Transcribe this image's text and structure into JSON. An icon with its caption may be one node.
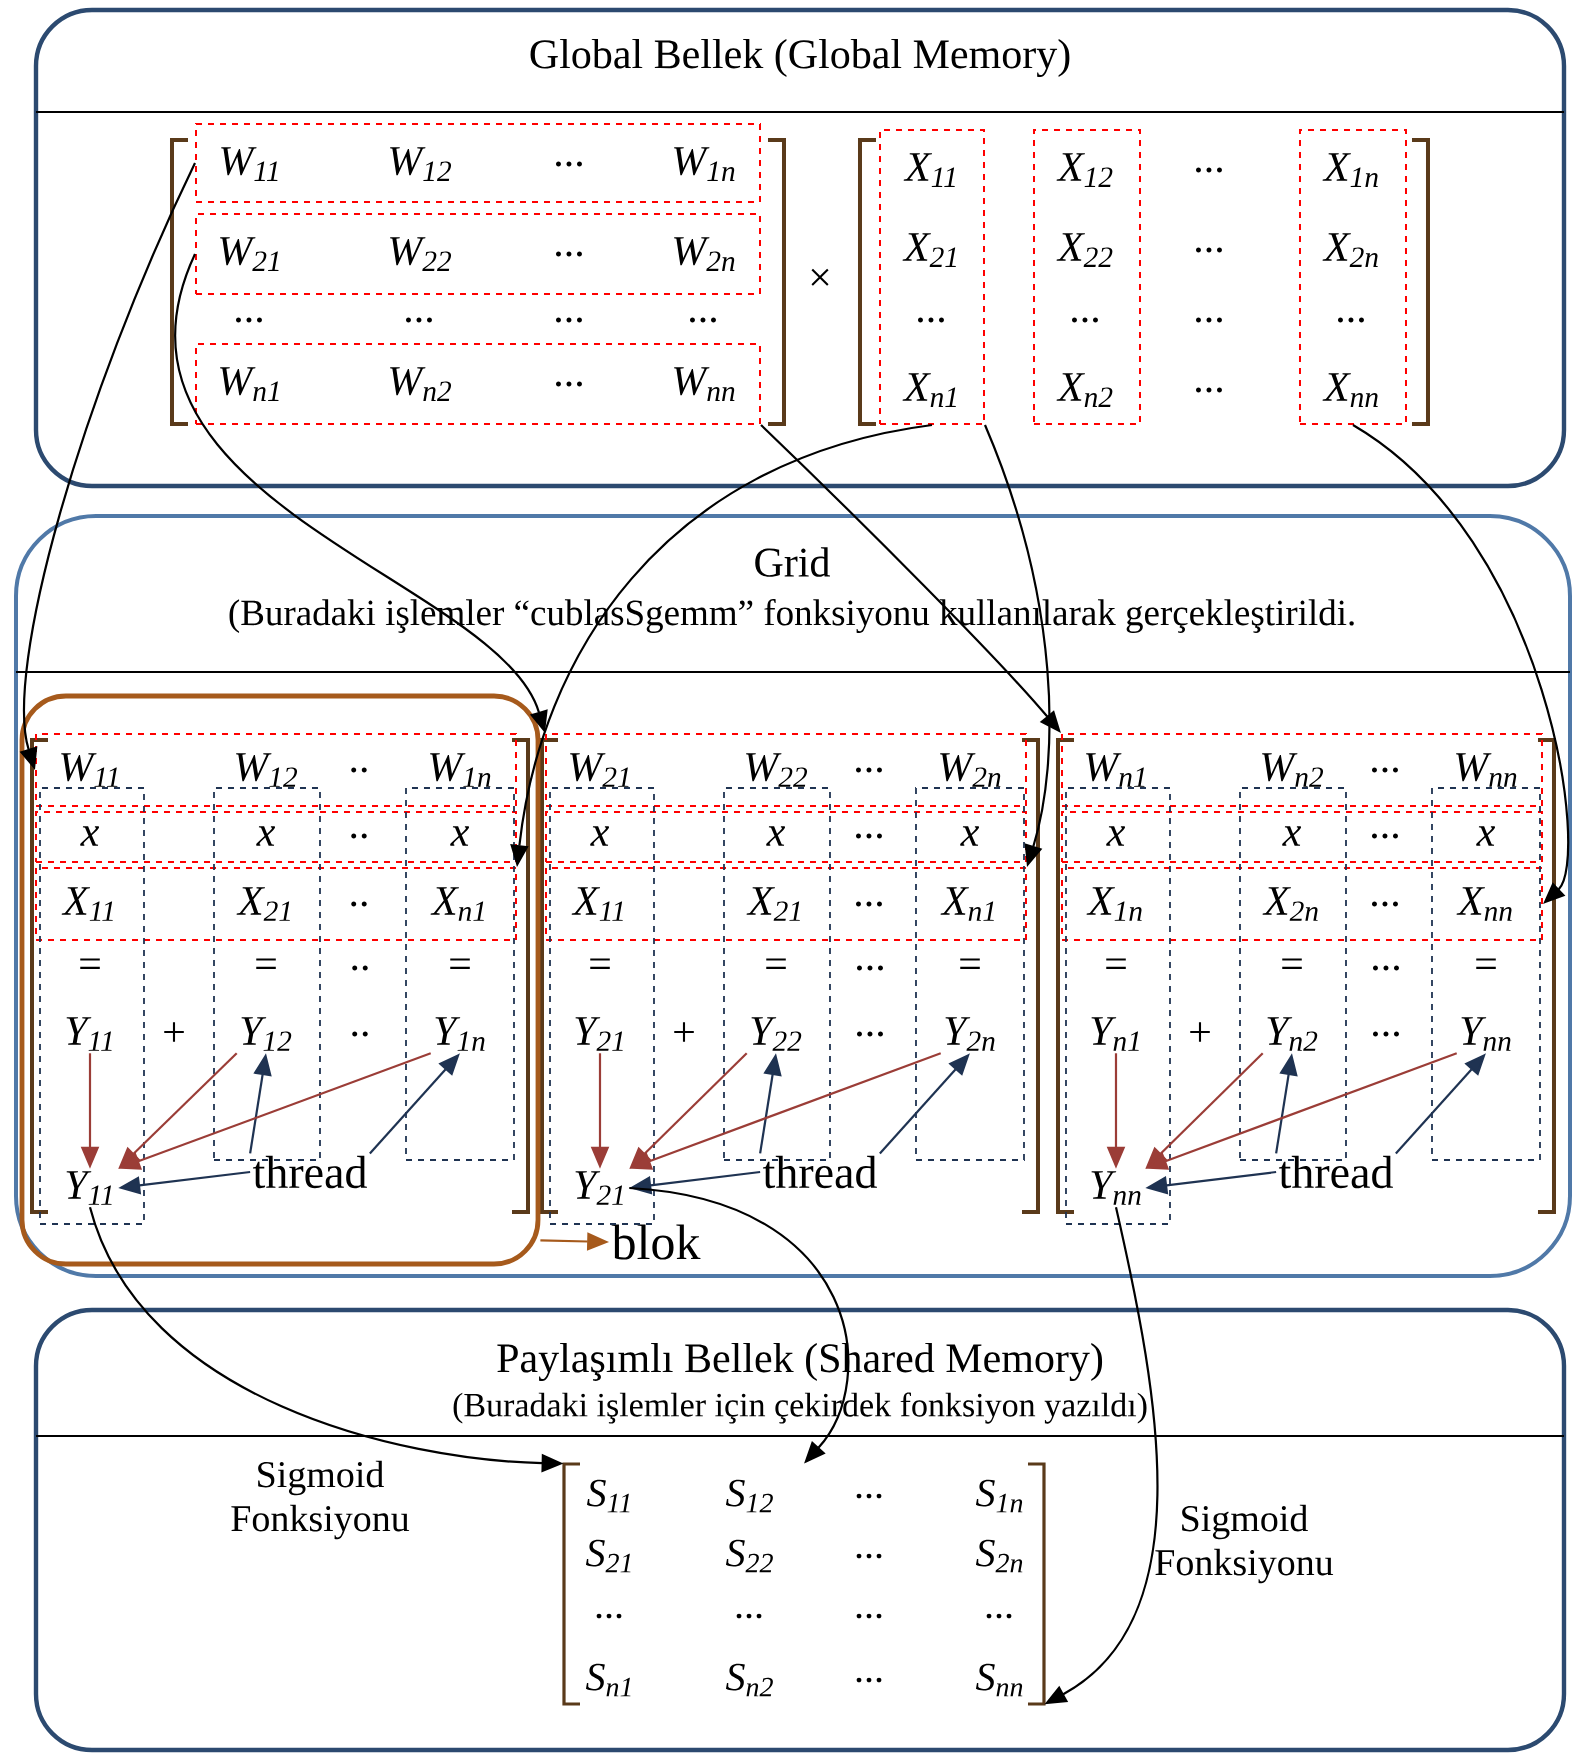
{
  "diagram": {
    "nodes": [
      {
        "text": [
          "Global Bellek (Global Memory)"
        ]
      },
      {
        "text": [
          "W$_{11}$",
          "W$_{12}$",
          "...",
          "W$_{1n}$"
        ],
        "in": 0
      },
      {
        "text": [
          "W$_{21}$",
          "W$_{22}$",
          "...",
          "W$_{2n}$"
        ],
        "in": 0
      },
      {
        "text": [
          "W$_{n1}$",
          "W$_{n2}$",
          "...",
          "W$_{nn}$"
        ],
        "in": 0
      },
      {
        "text": [
          "X$_{11}$",
          "X$_{21}$",
          "...",
          "X$_{n1}$"
        ],
        "in": 0
      },
      {
        "text": [
          "X$_{12}$",
          "X$_{22}$",
          "...",
          "X$_{n2}$"
        ],
        "in": 0
      },
      {
        "text": [
          "X$_{1n}$",
          "X$_{2n}$",
          "...",
          "X$_{nn}$"
        ],
        "in": 0
      },
      {
        "text": [
          "Grid",
          "(Buradaki işlemler “cublasSgemm” fonksiyonu kullanılarak gerçekleştirildi."
        ]
      },
      {
        "text": [],
        "shape": "box",
        "in": 7
      },
      {
        "text": [
          "blok"
        ],
        "in": 7
      },
      {
        "text": [
          "W$_{11}$",
          "W$_{12}$",
          "..",
          "W$_{1n}$"
        ],
        "in": 8
      },
      {
        "text": [
          "x",
          "x",
          "..",
          "x"
        ],
        "in": 8
      },
      {
        "text": [
          "X$_{11}$",
          "X$_{21}$",
          "..",
          "X$_{n1}$"
        ],
        "in": 8
      },
      {
        "text": [],
        "shape": "box",
        "in": 8
      },
      {
        "text": [],
        "shape": "box",
        "in": 8
      },
      {
        "text": [],
        "shape": "box",
        "in": 8
      },
      {
        "text": [
          "Y$_{11}$"
        ],
        "in": 13
      },
      {
        "text": [
          "Y$_{12}$"
        ],
        "in": 14
      },
      {
        "text": [
          "Y$_{1n}$"
        ],
        "in": 15
      },
      {
        "text": [
          "Y$_{11}$"
        ],
        "in": 13
      },
      {
        "text": [
          "thread"
        ],
        "in": 8
      },
      {
        "text": [
          "W$_{21}$",
          "W$_{22}$",
          "...",
          "W$_{2n}$"
        ],
        "in": 7
      },
      {
        "text": [
          "x",
          "x",
          "...",
          "x"
        ],
        "in": 7
      },
      {
        "text": [
          "X$_{11}$",
          "X$_{21}$",
          "...",
          "X$_{n1}$"
        ],
        "in": 7
      },
      {
        "text": [],
        "shape": "box",
        "in": 7
      },
      {
        "text": [],
        "shape": "box",
        "in": 7
      },
      {
        "text": [],
        "shape": "box",
        "in": 7
      },
      {
        "text": [
          "Y$_{21}$"
        ],
        "in": 24
      },
      {
        "text": [
          "Y$_{22}$"
        ],
        "in": 25
      },
      {
        "text": [
          "Y$_{2n}$"
        ],
        "in": 26
      },
      {
        "text": [
          "Y$_{21}$"
        ],
        "in": 24
      },
      {
        "text": [
          "thread"
        ],
        "in": 7
      },
      {
        "text": [
          "W$_{n1}$",
          "W$_{n2}$",
          "...",
          "W$_{nn}$"
        ],
        "in": 7
      },
      {
        "text": [
          "x",
          "x",
          "...",
          "x"
        ],
        "in": 7
      },
      {
        "text": [
          "X$_{1n}$",
          "X$_{2n}$",
          "...",
          "X$_{nn}$"
        ],
        "in": 7
      },
      {
        "text": [],
        "shape": "box",
        "in": 7
      },
      {
        "text": [],
        "shape": "box",
        "in": 7
      },
      {
        "text": [],
        "shape": "box",
        "in": 7
      },
      {
        "text": [
          "Y$_{n1}$"
        ],
        "in": 35
      },
      {
        "text": [
          "Y$_{n2}$"
        ],
        "in": 36
      },
      {
        "text": [
          "Y$_{nn}$"
        ],
        "in": 37
      },
      {
        "text": [
          "Y$_{nn}$"
        ],
        "in": 35
      },
      {
        "text": [
          "thread"
        ],
        "in": 7
      },
      {
        "text": [
          "Paylaşımlı Bellek (Shared Memory)",
          "(Buradaki işlemler için çekirdek fonksiyon yazıldı)"
        ]
      },
      {
        "text": [
          "S$_{11}$",
          "S$_{12}$",
          "...",
          "S$_{1n}$",
          "S$_{21}$",
          "S$_{22}$",
          "...",
          "S$_{2n}$",
          "...",
          "...",
          "...",
          "...",
          "S$_{n1}$",
          "S$_{n2}$",
          "...",
          "S$_{nn}$"
        ],
        "in": 43
      }
    ],
    "edges": [
      {
        "from": 1,
        "to": 10,
        "arrow": "to"
      },
      {
        "from": 2,
        "to": 21,
        "arrow": "to"
      },
      {
        "from": 3,
        "to": 32,
        "arrow": "to"
      },
      {
        "from": 4,
        "to": 12,
        "arrow": "to"
      },
      {
        "from": 4,
        "to": 23,
        "arrow": "to"
      },
      {
        "from": 6,
        "to": 34,
        "arrow": "to"
      },
      {
        "from": 20,
        "to": 19,
        "arrow": "to",
        "color": "#1f3352"
      },
      {
        "from": 20,
        "to": 17,
        "arrow": "to",
        "color": "#1f3352"
      },
      {
        "from": 20,
        "to": 18,
        "arrow": "to",
        "color": "#1f3352"
      },
      {
        "from": 16,
        "to": 19,
        "arrow": "to",
        "color": "#9b3d37"
      },
      {
        "from": 17,
        "to": 19,
        "arrow": "to",
        "color": "#9b3d37"
      },
      {
        "from": 18,
        "to": 19,
        "arrow": "to",
        "color": "#9b3d37"
      },
      {
        "from": 31,
        "to": 30,
        "arrow": "to",
        "color": "#1f3352"
      },
      {
        "from": 31,
        "to": 28,
        "arrow": "to",
        "color": "#1f3352"
      },
      {
        "from": 31,
        "to": 29,
        "arrow": "to",
        "color": "#1f3352"
      },
      {
        "from": 27,
        "to": 30,
        "arrow": "to",
        "color": "#9b3d37"
      },
      {
        "from": 28,
        "to": 30,
        "arrow": "to",
        "color": "#9b3d37"
      },
      {
        "from": 29,
        "to": 30,
        "arrow": "to",
        "color": "#9b3d37"
      },
      {
        "from": 42,
        "to": 41,
        "arrow": "to",
        "color": "#1f3352"
      },
      {
        "from": 42,
        "to": 39,
        "arrow": "to",
        "color": "#1f3352"
      },
      {
        "from": 42,
        "to": 40,
        "arrow": "to",
        "color": "#1f3352"
      },
      {
        "from": 38,
        "to": 41,
        "arrow": "to",
        "color": "#9b3d37"
      },
      {
        "from": 39,
        "to": 41,
        "arrow": "to",
        "color": "#9b3d37"
      },
      {
        "from": 40,
        "to": 41,
        "arrow": "to",
        "color": "#9b3d37"
      },
      {
        "from": 8,
        "to": 9,
        "arrow": "to",
        "color": "#a65a1c"
      },
      {
        "from": 19,
        "to": 44,
        "arrow": "to"
      },
      {
        "from": 30,
        "to": 44,
        "arrow": "to"
      },
      {
        "from": 41,
        "to": 44,
        "arrow": "to"
      }
    ],
    "labels": [
      "×",
      "...",
      "...",
      "...",
      "...",
      "...",
      "...",
      "...",
      "...",
      "=",
      "=",
      "..",
      "=",
      "+",
      "..",
      "=",
      "=",
      "...",
      "=",
      "+",
      "...",
      "=",
      "=",
      "...",
      "=",
      "+",
      "...",
      "Sigmoid Fonksiyonu",
      "Sigmoid Fonksiyonu"
    ]
  }
}
